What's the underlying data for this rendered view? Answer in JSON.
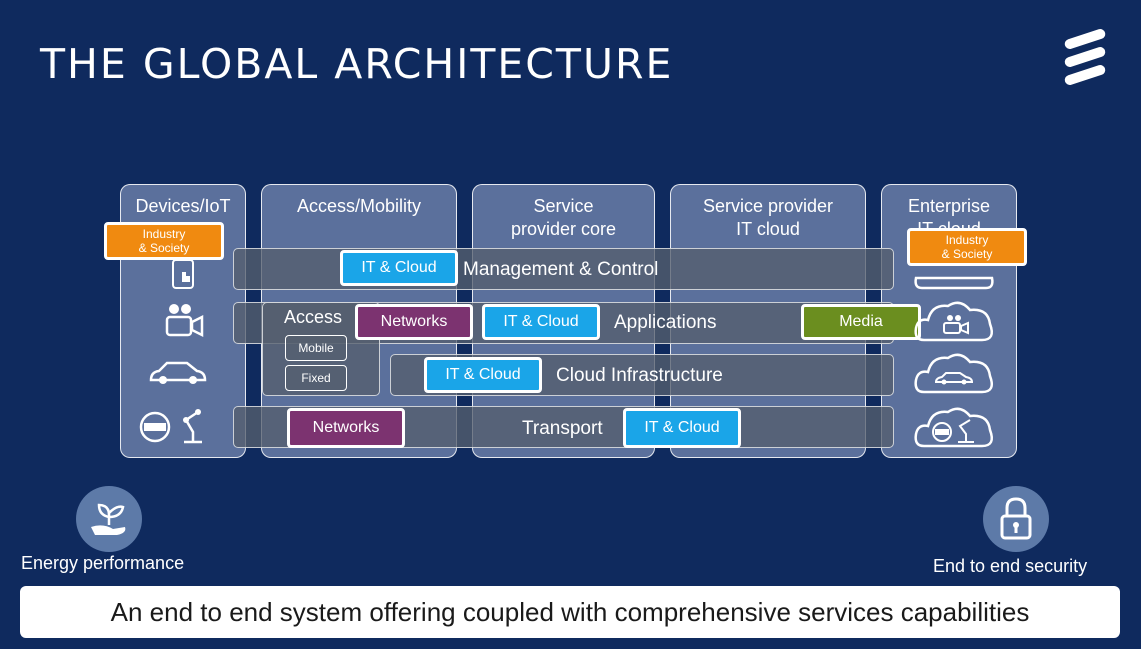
{
  "title": "THE GLOBAL ARCHITECTURE",
  "columns": {
    "devices": "Devices/IoT",
    "access": "Access/Mobility",
    "core": [
      "Service",
      "provider core"
    ],
    "itcloud": [
      "Service provider",
      "IT cloud"
    ],
    "enterprise": [
      "Enterprise",
      "IT cloud"
    ]
  },
  "bands": {
    "management": "Management & Control",
    "applications": "Applications",
    "cloud_infra": "Cloud Infrastructure",
    "transport": "Transport",
    "access": "Access"
  },
  "chips": {
    "it_cloud": "IT & Cloud",
    "networks": "Networks",
    "media": "Media",
    "industry_line1": "Industry",
    "industry_line2": "& Society",
    "mobile": "Mobile",
    "fixed": "Fixed"
  },
  "captions": {
    "energy": "Energy performance",
    "security": "End to end security"
  },
  "footer": "An end to end system offering coupled with comprehensive services capabilities",
  "colors": {
    "background": "#0f2a5e",
    "it_cloud": "#1aa5e8",
    "networks": "#7c3370",
    "media": "#6b8e1f",
    "industry": "#f08a10"
  },
  "icons": [
    "ericsson-logo-icon",
    "hand-touch-icon",
    "people-camera-icon",
    "car-icon",
    "meter-icon",
    "robot-arm-icon",
    "cloud-icon",
    "plant-hand-icon",
    "padlock-icon"
  ]
}
